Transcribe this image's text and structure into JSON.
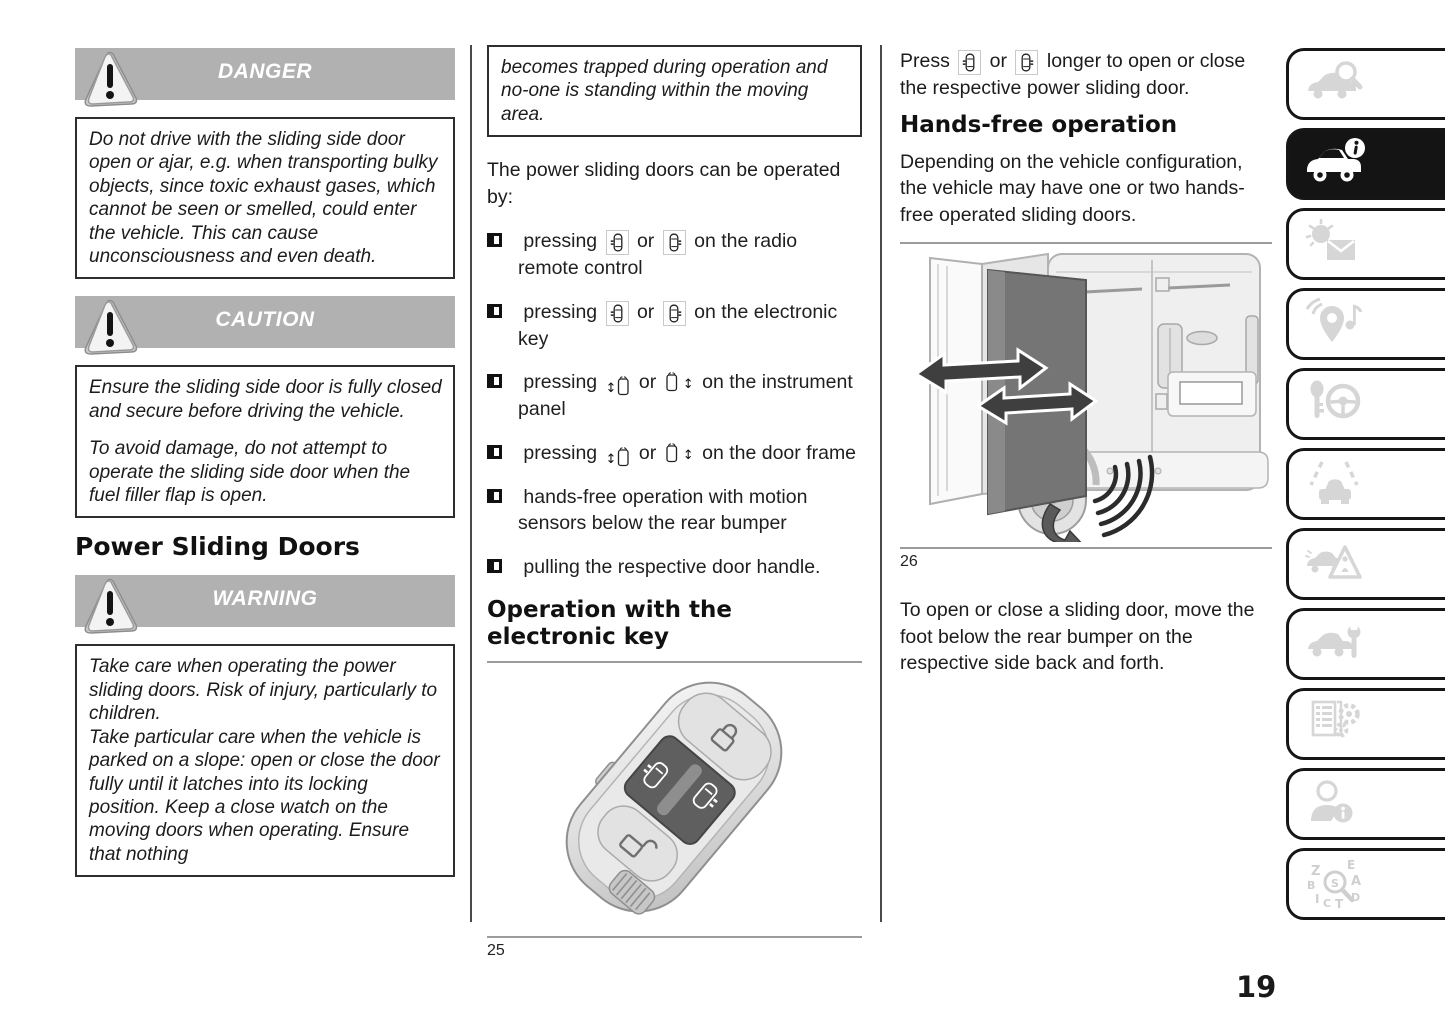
{
  "page": {
    "number": "19"
  },
  "glyphs": {
    "updown": "↕"
  },
  "left": {
    "danger": {
      "title": "DANGER",
      "body": "Do not drive with the sliding side door open or ajar, e.g. when transporting bulky objects, since toxic exhaust gases, which cannot be seen or smelled, could enter the vehicle. This can cause unconsciousness and even death."
    },
    "caution": {
      "title": "CAUTION",
      "p1": "Ensure the sliding side door is fully closed and secure before driving the vehicle.",
      "p2": "To avoid damage, do not attempt to operate the sliding side door when the fuel filler flap is open."
    },
    "section_heading": "Power Sliding Doors",
    "warning": {
      "title": "WARNING",
      "p1": "Take care when operating the power sliding doors. Risk of injury, particularly to children.",
      "p2": "Take particular care when the vehicle is parked on a slope: open or close the door fully until it latches into its locking position. Keep a close watch on the moving doors when operating. Ensure that nothing"
    }
  },
  "middle": {
    "warning_continued": "becomes trapped during operation and no-one is standing within the moving area.",
    "intro": "The power sliding doors can be operated by:",
    "bullets": [
      {
        "prefix": "pressing",
        "mid": "or",
        "suffix": "on the radio remote control"
      },
      {
        "prefix": "pressing",
        "mid": "or",
        "suffix": "on the electronic key"
      },
      {
        "prefix": "pressing",
        "mid": "or",
        "suffix": "on the instrument panel"
      },
      {
        "prefix": "pressing",
        "mid": "or",
        "suffix": "on the door frame"
      },
      {
        "text": "hands-free operation with motion sensors below the rear bumper"
      },
      {
        "text": "pulling the respective door handle."
      }
    ],
    "heading": "Operation with the electronic key",
    "figure_number": "25"
  },
  "right": {
    "press_prefix": "Press",
    "press_mid": "or",
    "press_suffix": "longer to open or close the respective power sliding door.",
    "heading": "Hands-free operation",
    "body": "Depending on the vehicle configuration, the vehicle may have one or two hands-free operated sliding doors.",
    "figure_number": "26",
    "body2": "To open or close a sliding door, move the foot below the rear bumper on the respective side back and forth."
  },
  "sidebar": {
    "items": [
      {
        "icon": "car-magnifier-icon",
        "active": false
      },
      {
        "icon": "car-info-icon",
        "active": true
      },
      {
        "icon": "warning-light-envelope-icon",
        "active": false
      },
      {
        "icon": "navigation-media-icon",
        "active": false
      },
      {
        "icon": "key-steering-wheel-icon",
        "active": false
      },
      {
        "icon": "lane-assist-icon",
        "active": false
      },
      {
        "icon": "emergency-triangle-icon",
        "active": false
      },
      {
        "icon": "car-wrench-icon",
        "active": false
      },
      {
        "icon": "specifications-gears-icon",
        "active": false
      },
      {
        "icon": "person-info-icon",
        "active": false
      },
      {
        "icon": "index-magnifier-icon",
        "active": false
      }
    ],
    "index_letters": [
      "Z",
      "E",
      "B",
      "A",
      "I",
      "C",
      "T",
      "D",
      "S"
    ]
  },
  "colors": {
    "bar_gray": "#b1b1b1",
    "active_tab": "#141414",
    "ghost_icon": "#d6d6d6"
  }
}
